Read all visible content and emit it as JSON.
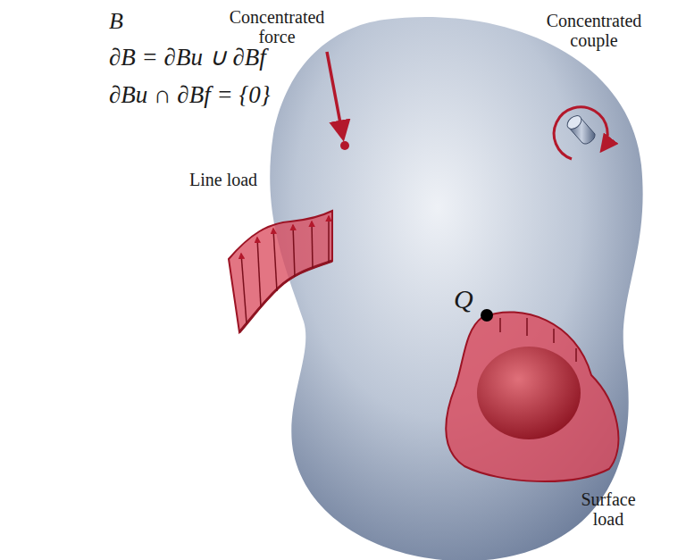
{
  "diagram": {
    "labels": [
      "B",
      "∂B = ∂Bu ∪ ∂Bf",
      "∂Bu ∩ ∂Bf = {0}",
      "Concentrated force",
      "Concentrated couple",
      "Line load",
      "Q",
      "Surface load"
    ]
  }
}
